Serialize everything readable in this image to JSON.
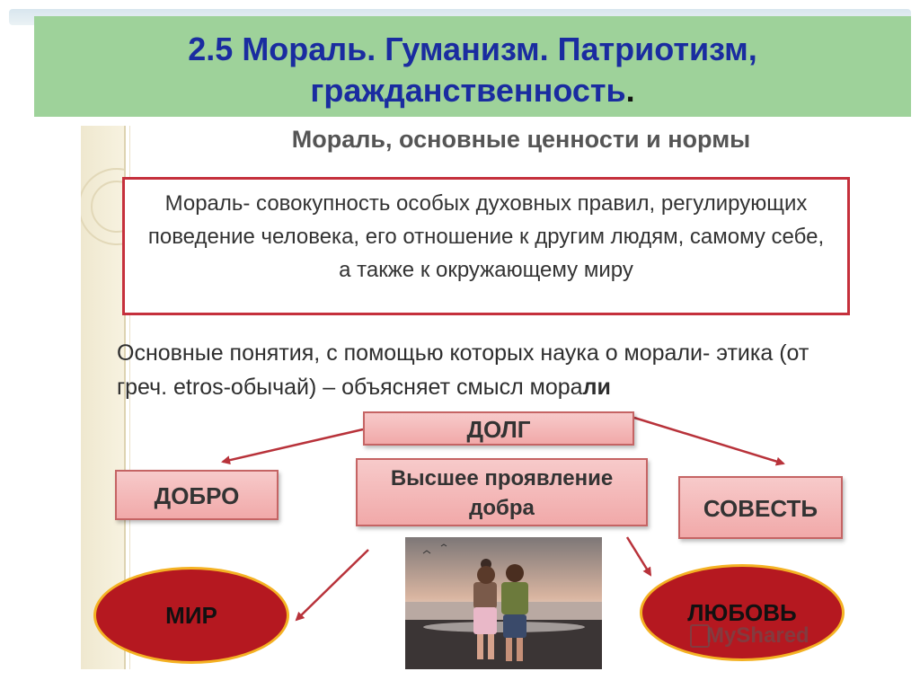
{
  "title": {
    "text": "2.5 Мораль. Гуманизм. Патриотизм,",
    "line2": "гражданственность",
    "dot": "."
  },
  "slide": {
    "subtitle": "Мораль, основные ценности и нормы",
    "definition": "Мораль- совокупность особых духовных правил, регулирующих поведение человека, его отношение к другим людям, самому себе, а также к окружающему миру",
    "concepts_main": "Основные понятия, с помощью которых наука о морали- этика (от греч. etros-обычай) – объясняет смысл мора",
    "concepts_tail": "ли",
    "boxes": {
      "dolg": "ДОЛГ",
      "dobro": "ДОБРО",
      "highest": "Высшее проявление добра",
      "sovest": "СОВЕСТЬ",
      "mir": "МИР",
      "love": "ЛЮБОВЬ"
    },
    "watermark": "MyShared"
  },
  "colors": {
    "title_bg": "#9ed29a",
    "title_text": "#1a2ca0",
    "box_border": "#c5303c",
    "pink_box": "#f4b8b8",
    "oval_fill": "#b51820",
    "oval_border": "#f4b223"
  },
  "icons": [
    "arrow-icon",
    "presentation-icon"
  ]
}
